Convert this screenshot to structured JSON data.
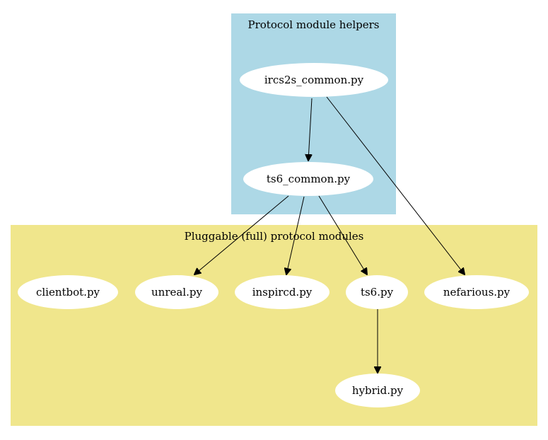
{
  "diagram": {
    "colors": {
      "helpers_cluster": "#add8e6",
      "protocols_cluster": "#f0e68c",
      "node_fill": "#ffffff",
      "edge": "#000000"
    },
    "clusters": [
      {
        "id": "helpers",
        "label": "Protocol module helpers"
      },
      {
        "id": "protocols",
        "label": "Pluggable (full) protocol modules"
      }
    ],
    "nodes": [
      {
        "id": "ircs2s_common",
        "label": "ircs2s_common.py",
        "cluster": "helpers"
      },
      {
        "id": "ts6_common",
        "label": "ts6_common.py",
        "cluster": "helpers"
      },
      {
        "id": "clientbot",
        "label": "clientbot.py",
        "cluster": "protocols"
      },
      {
        "id": "unreal",
        "label": "unreal.py",
        "cluster": "protocols"
      },
      {
        "id": "inspircd",
        "label": "inspircd.py",
        "cluster": "protocols"
      },
      {
        "id": "ts6",
        "label": "ts6.py",
        "cluster": "protocols"
      },
      {
        "id": "nefarious",
        "label": "nefarious.py",
        "cluster": "protocols"
      },
      {
        "id": "hybrid",
        "label": "hybrid.py",
        "cluster": "protocols"
      }
    ],
    "edges": [
      {
        "from": "ircs2s_common",
        "to": "ts6_common"
      },
      {
        "from": "ircs2s_common",
        "to": "nefarious"
      },
      {
        "from": "ts6_common",
        "to": "unreal"
      },
      {
        "from": "ts6_common",
        "to": "inspircd"
      },
      {
        "from": "ts6_common",
        "to": "ts6"
      },
      {
        "from": "ts6",
        "to": "hybrid"
      }
    ]
  }
}
